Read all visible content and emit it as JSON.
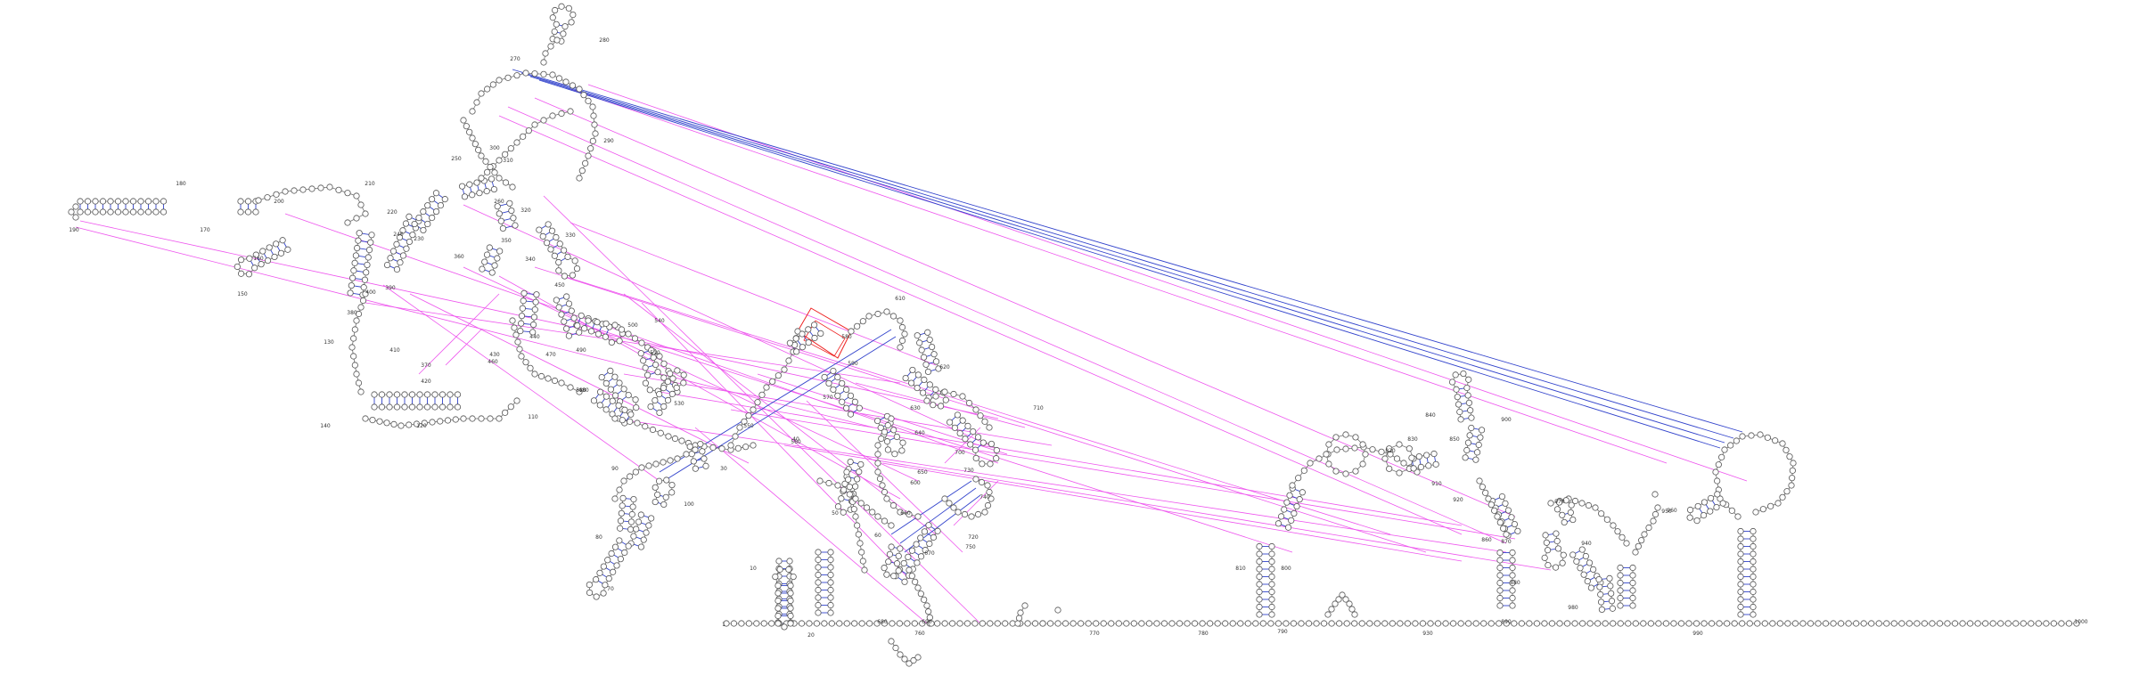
{
  "diagram": {
    "type": "rna-secondary-structure",
    "colors": {
      "nucleotide_stroke": "#555555",
      "backbone": "#6f6f6f",
      "base_pair": "#3344cc",
      "pseudoknot": "#ee55ee",
      "highlight": "#ee2222"
    },
    "labels": [
      "1",
      "10",
      "20",
      "30",
      "40",
      "50",
      "60",
      "70",
      "80",
      "90",
      "100",
      "110",
      "120",
      "130",
      "140",
      "150",
      "160",
      "170",
      "180",
      "190",
      "200",
      "210",
      "220",
      "230",
      "240",
      "250",
      "260",
      "270",
      "280",
      "290",
      "300",
      "310",
      "320",
      "330",
      "340",
      "350",
      "360",
      "370",
      "380",
      "390",
      "400",
      "410",
      "420",
      "430",
      "440",
      "450",
      "460",
      "470",
      "480",
      "490",
      "500",
      "510",
      "520",
      "530",
      "540",
      "550",
      "560",
      "570",
      "580",
      "590",
      "600",
      "610",
      "620",
      "630",
      "640",
      "650",
      "660",
      "670",
      "680",
      "690",
      "700",
      "710",
      "720",
      "730",
      "740",
      "750",
      "760",
      "770",
      "780",
      "790",
      "800",
      "810",
      "820",
      "830",
      "840",
      "850",
      "860",
      "870",
      "880",
      "890",
      "900",
      "910",
      "920",
      "930",
      "940",
      "950",
      "960",
      "970",
      "980",
      "990",
      "1000"
    ]
  }
}
